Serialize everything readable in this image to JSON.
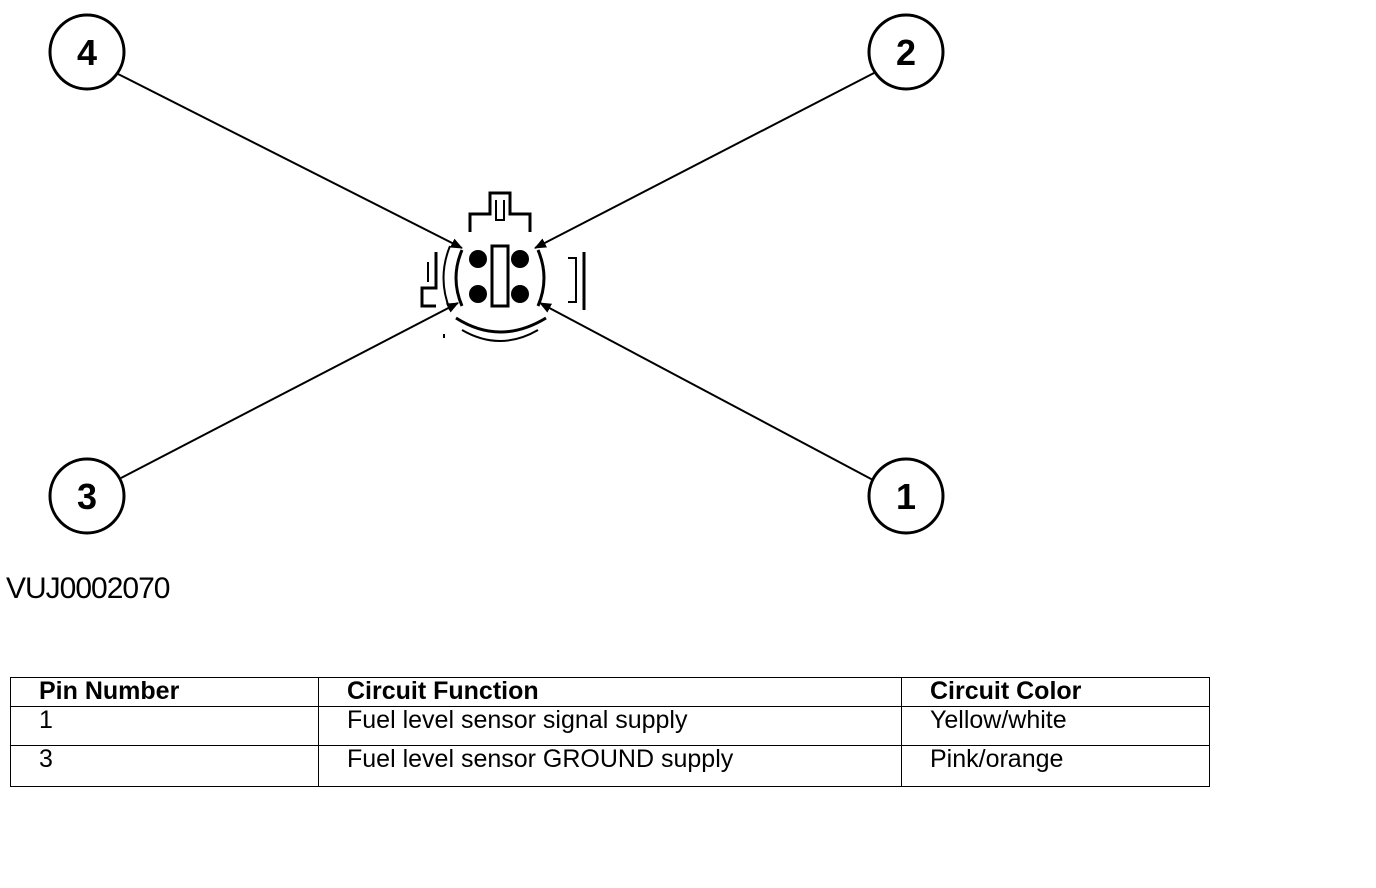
{
  "diagram": {
    "callouts": [
      {
        "id": "callout-4",
        "label": "4"
      },
      {
        "id": "callout-2",
        "label": "2"
      },
      {
        "id": "callout-3",
        "label": "3"
      },
      {
        "id": "callout-1",
        "label": "1"
      }
    ],
    "figure_id": "VUJ0002070"
  },
  "table": {
    "headers": [
      "Pin Number",
      "Circuit Function",
      "Circuit Color"
    ],
    "rows": [
      [
        "1",
        "Fuel level sensor signal supply",
        "Yellow/white"
      ],
      [
        "3",
        "Fuel level sensor GROUND supply",
        "Pink/orange"
      ]
    ]
  }
}
